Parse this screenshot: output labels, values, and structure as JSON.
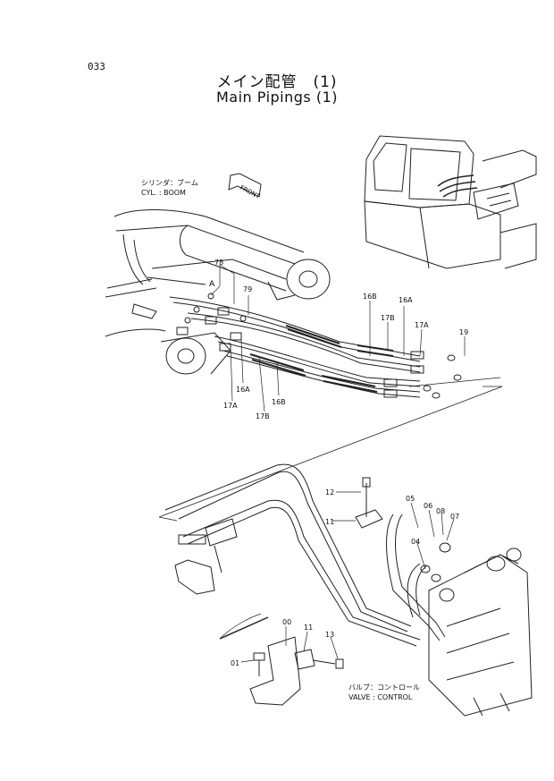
{
  "page_number": "033",
  "title_jp": "メイン配管　(1)",
  "title_en": "Main Pipings (1)",
  "labels": {
    "cyl_jp": "シリンダ：ブーム",
    "cyl_en": "CYL. : BOOM",
    "front": "FRONT",
    "valve_jp": "バルブ：コントロール",
    "valve_en": "VALVE : CONTROL",
    "detail": "A"
  },
  "callouts": [
    "78",
    "79",
    "16B",
    "16A",
    "17B",
    "17A",
    "19",
    "16A",
    "17A",
    "17B",
    "16B",
    "12",
    "05",
    "06",
    "08",
    "07",
    "11",
    "04",
    "00",
    "11",
    "13",
    "01"
  ]
}
